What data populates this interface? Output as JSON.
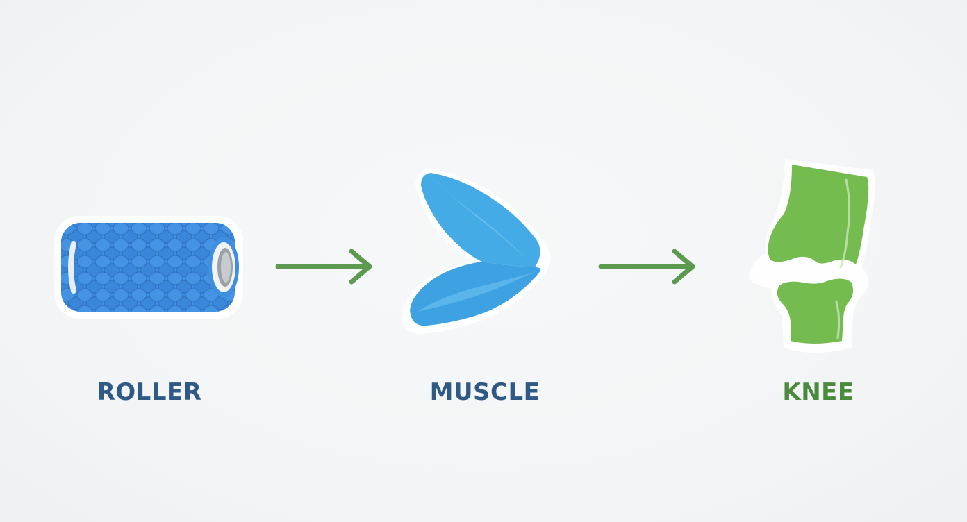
{
  "nodes": [
    {
      "id": "roller",
      "label": "ROLLER",
      "label_color": "#2e5a85",
      "icon": "foam-roller-icon"
    },
    {
      "id": "muscle",
      "label": "MUSCLE",
      "label_color": "#2e5a85",
      "icon": "muscle-icon"
    },
    {
      "id": "knee",
      "label": "KNEE",
      "label_color": "#4a8a3c",
      "icon": "knee-joint-icon"
    }
  ],
  "colors": {
    "roller_blue": "#3f8fe0",
    "muscle_blue": "#42a8e4",
    "knee_green": "#72bb4e",
    "arrow_green": "#5b9a4f",
    "background": "#f3f5f6"
  },
  "edges": [
    {
      "from": "roller",
      "to": "muscle",
      "icon": "arrow-right-icon"
    },
    {
      "from": "muscle",
      "to": "knee",
      "icon": "arrow-right-icon"
    }
  ]
}
